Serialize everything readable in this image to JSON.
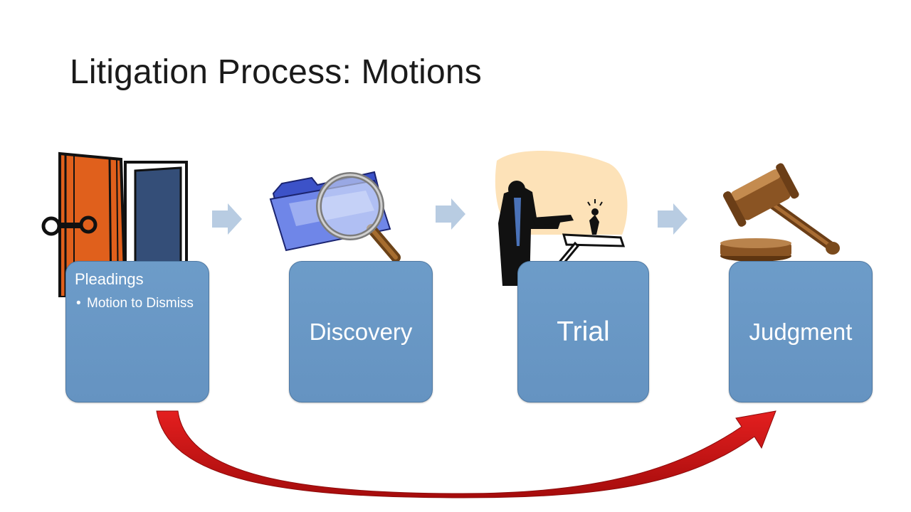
{
  "title": "Litigation Process: Motions",
  "steps": [
    {
      "label": "Pleadings",
      "bullets": [
        "Motion to Dismiss"
      ]
    },
    {
      "label": "Discovery"
    },
    {
      "label": "Trial"
    },
    {
      "label": "Judgment"
    }
  ],
  "colors": {
    "box_fill": "#6a98c6",
    "box_border": "#4f79a3",
    "chevron": "#b8cce2",
    "curved_arrow": "#d21414",
    "door": "#e0601c",
    "door_panel": "#344e78",
    "folder": "#4f67d8",
    "podium_bg": "#fde2b8",
    "gavel": "#8a5423"
  },
  "icons": {
    "pleadings": "open-door-icon",
    "discovery": "folder-magnifier-icon",
    "trial": "courtroom-lawyer-icon",
    "judgment": "gavel-icon"
  }
}
